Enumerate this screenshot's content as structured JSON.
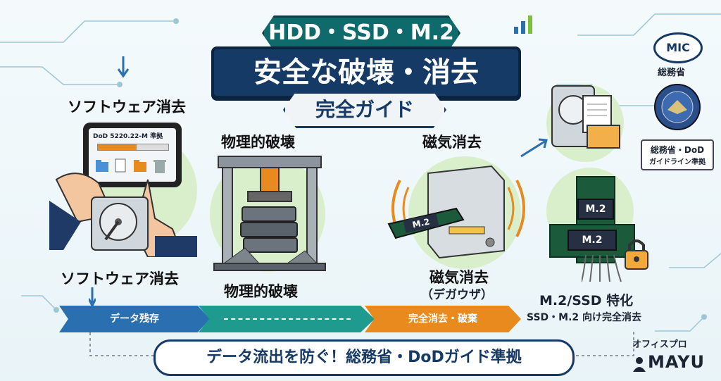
{
  "header": {
    "top": "HDD・SSD・M.2",
    "main": "安全な破壊・消去",
    "sub": "完全ガイド"
  },
  "sections": {
    "software_top": "ソフトウェア消去",
    "software_bottom": "ソフトウェア消去",
    "physical_top": "物理的破壊",
    "physical_bottom": "物理的破壊",
    "magnetic_top": "磁気消去",
    "magnetic_bottom_1": "磁気消去",
    "magnetic_bottom_2": "（デガウザ）",
    "m2_1": "M.2/SSD 特化",
    "m2_2": "SSD・M.2 向け完全消去"
  },
  "tablet": {
    "caption": "DoD 5220.22-M 準拠",
    "progress": 0.55
  },
  "flow": {
    "step1": "データ残存",
    "step2": "",
    "step3": "完全消去・破棄"
  },
  "device_labels": {
    "m2_slot": "M.2",
    "m2_card_a": "M.2",
    "m2_card_b": "M.2"
  },
  "badges": {
    "mic": "MIC",
    "ministry": "総務省",
    "guideline_1": "総務省・DoD",
    "guideline_2": "ガイドライン準拠"
  },
  "banner": "データ流出を防ぐ！総務省・DoDガイド準拠",
  "brand": {
    "small": "オフィスプロ",
    "big": "MAYU"
  },
  "colors": {
    "navy": "#163a66",
    "teal": "#0f6b6b",
    "orange": "#e98a1e",
    "blue_arrow": "#2a6fb0",
    "light_green": "#d9efcc"
  }
}
